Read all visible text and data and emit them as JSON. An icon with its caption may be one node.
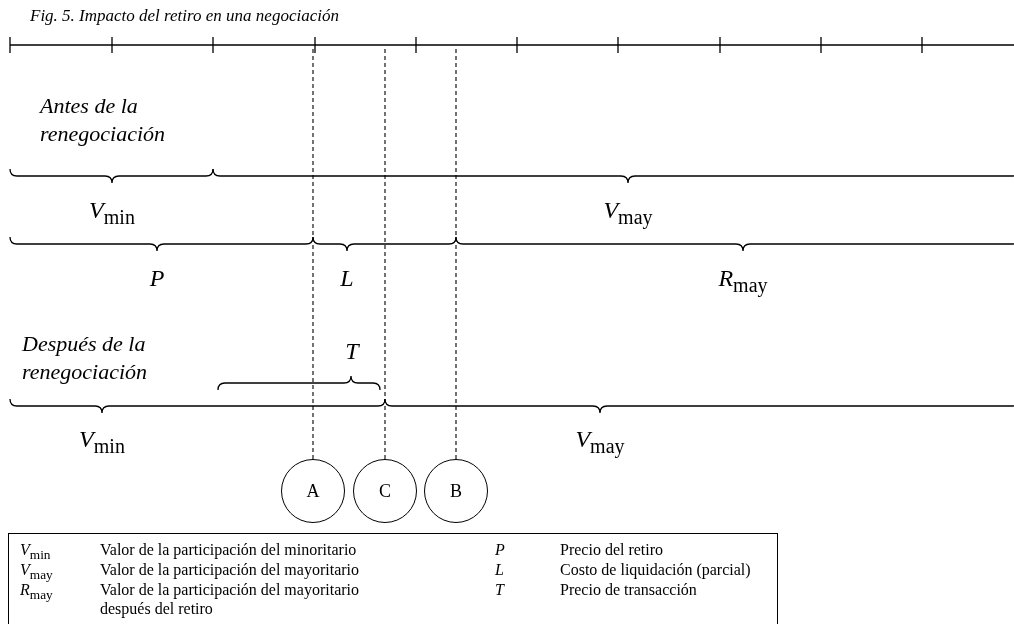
{
  "diagram": {
    "title": "Fig. 5. Impacto del retiro en una negociación",
    "nodes": [
      {
        "text": [],
        "shape": "bar"
      },
      {
        "text": [
          "A"
        ]
      },
      {
        "text": [
          "C"
        ]
      },
      {
        "text": [
          "B"
        ]
      }
    ],
    "edges": [
      {
        "from": 1,
        "to": 0,
        "arrow": "none",
        "style": "dashed"
      },
      {
        "from": 2,
        "to": 0,
        "arrow": "none",
        "style": "dashed"
      },
      {
        "from": 3,
        "to": 0,
        "arrow": "none",
        "style": "dashed"
      }
    ],
    "labels": [
      "Antes de la renegociación",
      "*V*$_{min}$",
      "*V*$_{may}$",
      "*P*",
      "*L*",
      "*R*$_{may}$",
      "Después de la renegociación",
      "*T*",
      "*V*$_{min}$",
      "*V*$_{may}$",
      "*V*$_{min}$",
      "Valor de la participación del minoritario",
      "*P*",
      "Precio del retiro",
      "*V*$_{may}$",
      "Valor de la participación del mayoritario",
      "*L*",
      "Costo de liquidación (parcial)",
      "*R*$_{may}$",
      "Valor de la participación del mayoritario después del retiro",
      "*T*",
      "Precio de transacción"
    ]
  }
}
